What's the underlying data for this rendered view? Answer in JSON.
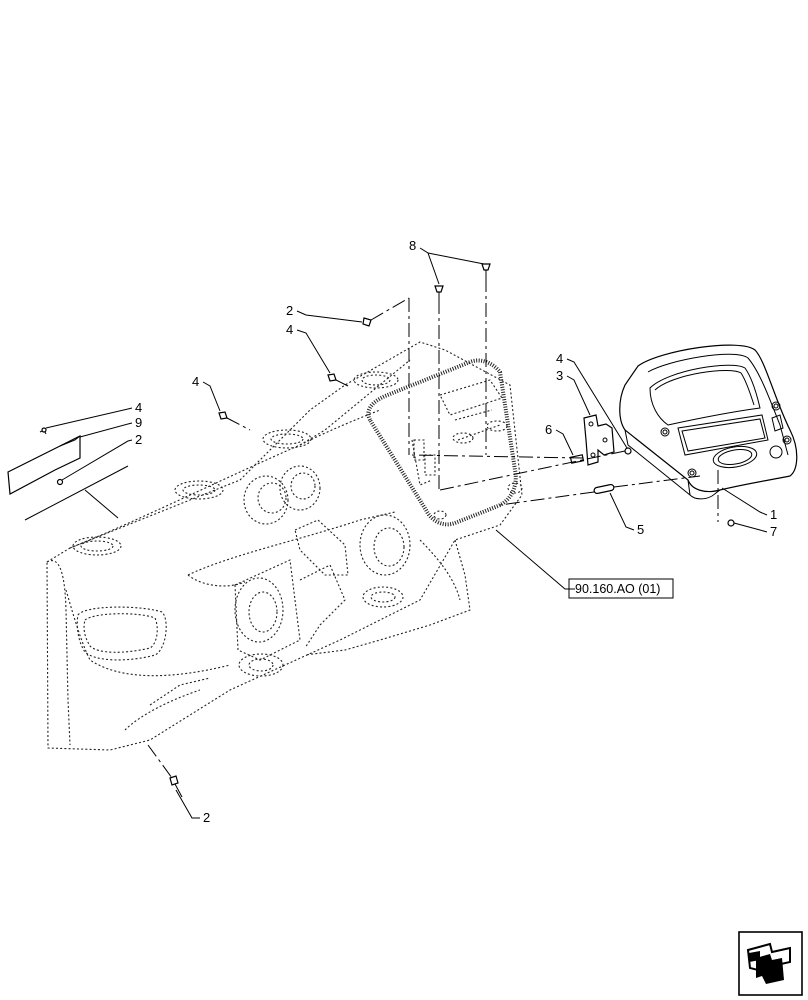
{
  "callouts": {
    "c1": "1",
    "c2_top": "2",
    "c2_left": "2",
    "c2_bottom": "2",
    "c3": "3",
    "c4_top": "4",
    "c4_mid": "4",
    "c4_left": "4",
    "c4_right": "4",
    "c5": "5",
    "c6": "6",
    "c7": "7",
    "c8": "8",
    "c9": "9"
  },
  "reference": "90.160.AO (01)",
  "icons": {
    "nav": "next-page-arrow-icon"
  }
}
